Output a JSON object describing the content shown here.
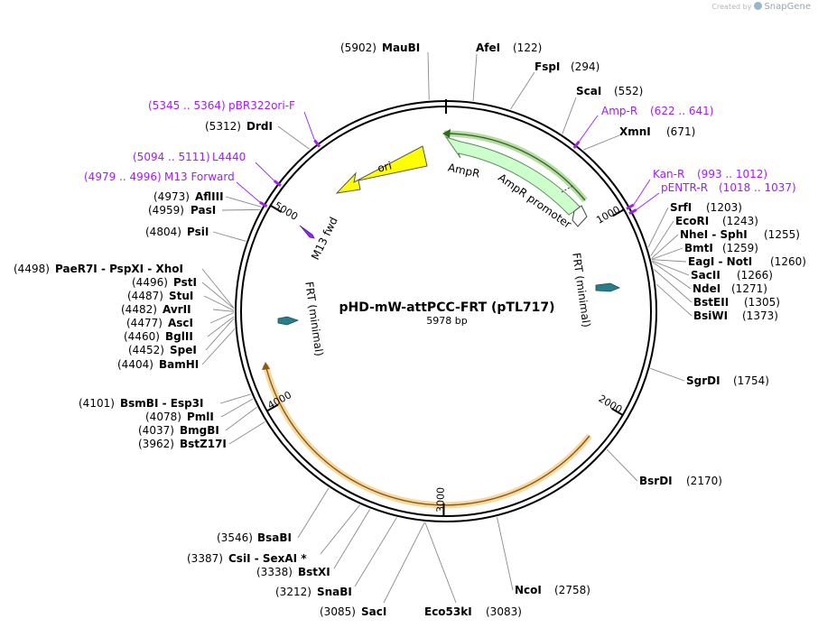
{
  "credit": {
    "created_by": "Created by",
    "brand": "SnapGene"
  },
  "plasmid": {
    "name": "pHD-mW-attPCC-FRT (pTL717)",
    "length": "5978 bp"
  },
  "ticks": [
    {
      "pos": 1000,
      "label": "1000"
    },
    {
      "pos": 2000,
      "label": "2000"
    },
    {
      "pos": 3000,
      "label": "3000"
    },
    {
      "pos": 4000,
      "label": "4000"
    },
    {
      "pos": 5000,
      "label": "5000"
    }
  ],
  "sites": [
    {
      "id": "maubi",
      "name": "MauBI",
      "pos": 5902,
      "num": "(5902)"
    },
    {
      "id": "afei",
      "name": "AfeI",
      "pos": 122,
      "num": "(122)"
    },
    {
      "id": "fspi",
      "name": "FspI",
      "pos": 294,
      "num": "(294)"
    },
    {
      "id": "scai",
      "name": "ScaI",
      "pos": 552,
      "num": "(552)"
    },
    {
      "id": "xmni",
      "name": "XmnI",
      "pos": 671,
      "num": "(671)"
    },
    {
      "id": "srfi",
      "name": "SrfI",
      "pos": 1203,
      "num": "(1203)"
    },
    {
      "id": "ecori",
      "name": "EcoRI",
      "pos": 1243,
      "num": "(1243)"
    },
    {
      "id": "nhei",
      "name": "NheI  -  SphI",
      "pos": 1255,
      "num": "(1255)"
    },
    {
      "id": "bmti",
      "name": "BmtI",
      "pos": 1259,
      "num": "(1259)"
    },
    {
      "id": "eagi",
      "name": "EagI  -  NotI",
      "pos": 1260,
      "num": "(1260)"
    },
    {
      "id": "sacii",
      "name": "SacII",
      "pos": 1266,
      "num": "(1266)"
    },
    {
      "id": "ndei",
      "name": "NdeI",
      "pos": 1271,
      "num": "(1271)"
    },
    {
      "id": "bsteii",
      "name": "BstEII",
      "pos": 1305,
      "num": "(1305)"
    },
    {
      "id": "bsiwi",
      "name": "BsiWI",
      "pos": 1373,
      "num": "(1373)"
    },
    {
      "id": "sgrdi",
      "name": "SgrDI",
      "pos": 1754,
      "num": "(1754)"
    },
    {
      "id": "bsrdi",
      "name": "BsrDI",
      "pos": 2170,
      "num": "(2170)"
    },
    {
      "id": "ncoi",
      "name": "NcoI",
      "pos": 2758,
      "num": "(2758)"
    },
    {
      "id": "eco53ki",
      "name": "Eco53kI",
      "pos": 3083,
      "num": "(3083)"
    },
    {
      "id": "saci",
      "name": "SacI",
      "pos": 3085,
      "num": "(3085)"
    },
    {
      "id": "snabi",
      "name": "SnaBI",
      "pos": 3212,
      "num": "(3212)"
    },
    {
      "id": "bstxi",
      "name": "BstXI",
      "pos": 3338,
      "num": "(3338)"
    },
    {
      "id": "csii",
      "name": "CsiI  -  SexAI *",
      "pos": 3387,
      "num": "(3387)"
    },
    {
      "id": "bsabi",
      "name": "BsaBI",
      "pos": 3546,
      "num": "(3546)"
    },
    {
      "id": "bstz17i",
      "name": "BstZ17I",
      "pos": 3962,
      "num": "(3962)"
    },
    {
      "id": "bmgbi",
      "name": "BmgBI",
      "pos": 4037,
      "num": "(4037)"
    },
    {
      "id": "pmli",
      "name": "PmlI",
      "pos": 4078,
      "num": "(4078)"
    },
    {
      "id": "bsmbi",
      "name": "BsmBI  -  Esp3I",
      "pos": 4101,
      "num": "(4101)"
    },
    {
      "id": "bamhi",
      "name": "BamHI",
      "pos": 4404,
      "num": "(4404)"
    },
    {
      "id": "spei",
      "name": "SpeI",
      "pos": 4452,
      "num": "(4452)"
    },
    {
      "id": "bglii",
      "name": "BglII",
      "pos": 4460,
      "num": "(4460)"
    },
    {
      "id": "asci",
      "name": "AscI",
      "pos": 4477,
      "num": "(4477)"
    },
    {
      "id": "avrii",
      "name": "AvrII",
      "pos": 4482,
      "num": "(4482)"
    },
    {
      "id": "stui",
      "name": "StuI",
      "pos": 4487,
      "num": "(4487)"
    },
    {
      "id": "psti",
      "name": "PstI",
      "pos": 4496,
      "num": "(4496)"
    },
    {
      "id": "paer7i",
      "name": "PaeR7I  -  PspXI  -  XhoI",
      "pos": 4498,
      "num": "(4498)"
    },
    {
      "id": "psii",
      "name": "PsiI",
      "pos": 4804,
      "num": "(4804)"
    },
    {
      "id": "pasi",
      "name": "PasI",
      "pos": 4959,
      "num": "(4959)"
    },
    {
      "id": "afliii",
      "name": "AflIII",
      "pos": 4973,
      "num": "(4973)"
    },
    {
      "id": "drdi",
      "name": "DrdI",
      "pos": 5312,
      "num": "(5312)"
    }
  ],
  "primers": [
    {
      "id": "pbr322ori-f",
      "name": "pBR322ori-F",
      "range": "(5345 .. 5364)",
      "pos": 5355
    },
    {
      "id": "l4440",
      "name": "L4440",
      "range": "(5094 .. 5111)",
      "pos": 5102
    },
    {
      "id": "m13-forward",
      "name": "M13 Forward",
      "range": "(4979 .. 4996)",
      "pos": 4988
    },
    {
      "id": "amp-r",
      "name": "Amp-R",
      "range": "(622 .. 641)",
      "pos": 632
    },
    {
      "id": "kan-r",
      "name": "Kan-R",
      "range": "(993 .. 1012)",
      "pos": 1003
    },
    {
      "id": "pentr-r",
      "name": "pENTR-R",
      "range": "(1018 .. 1037)",
      "pos": 1028
    }
  ],
  "features": [
    {
      "id": "ori",
      "label": "ori",
      "color": "#ffff00",
      "stroke": "#7a7a00"
    },
    {
      "id": "ampr",
      "label": "AmpR",
      "color": "#ccffcc",
      "stroke": "#5a8a5a"
    },
    {
      "id": "ampr-promoter",
      "label": "AmpR promoter",
      "color": "#ffffff",
      "stroke": "#555555"
    },
    {
      "id": "frt-right",
      "label": "FRT (minimal)",
      "color": "#2b7c8a"
    },
    {
      "id": "frt-left",
      "label": "FRT (minimal)",
      "color": "#2b7c8a"
    },
    {
      "id": "m13-fwd",
      "label": "M13 fwd",
      "color": "#8a2be2"
    }
  ],
  "colors": {
    "primer": "#a020f0",
    "backbone": "#000000",
    "ampr_arc": "#6aa84f",
    "orange_arc": "#d9a441"
  }
}
